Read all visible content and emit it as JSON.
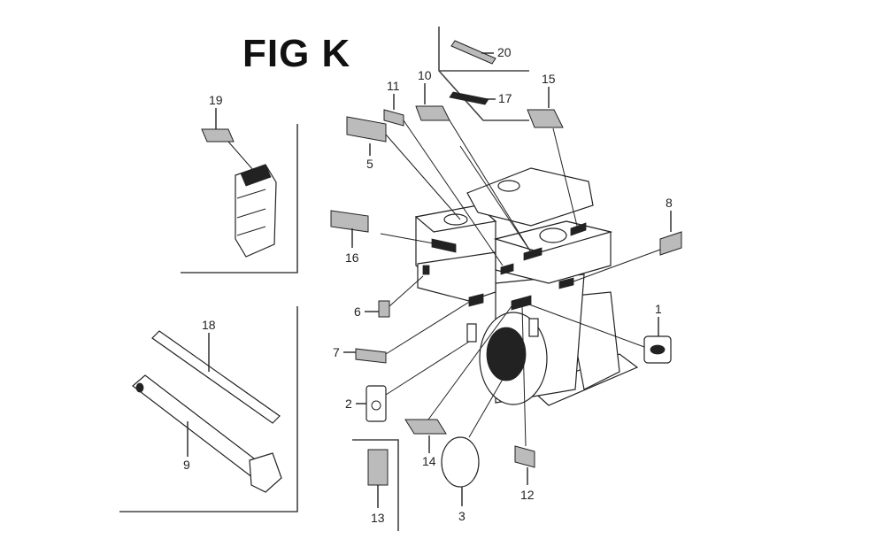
{
  "figure": {
    "title": "FIG K"
  },
  "callouts": {
    "c1": "1",
    "c2": "2",
    "c3": "3",
    "c5": "5",
    "c6": "6",
    "c7": "7",
    "c8": "8",
    "c9": "9",
    "c10": "10",
    "c11": "11",
    "c12": "12",
    "c13": "13",
    "c14": "14",
    "c15": "15",
    "c16": "16",
    "c17": "17",
    "c18": "18",
    "c19": "19",
    "c20": "20"
  }
}
